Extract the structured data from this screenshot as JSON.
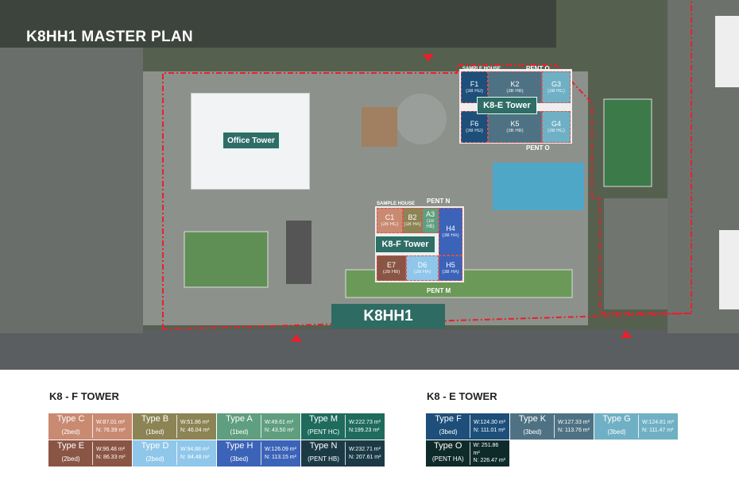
{
  "map": {
    "title": "K8HH1 MASTER PLAN",
    "project_label": "K8HH1",
    "office_tower": "Office Tower",
    "e_tower": {
      "label": "K8-E Tower",
      "sample_house": "SAMPLE HOUSE",
      "pent_top": "PENT O",
      "pent_bottom": "PENT O",
      "units": [
        {
          "id": "F1",
          "type": "(3B HD)",
          "color": "#1d4f7a"
        },
        {
          "id": "K2",
          "type": "(3B HB)",
          "color": "#4e7283"
        },
        {
          "id": "G3",
          "type": "(3B HC)",
          "color": "#6fb0c4"
        },
        {
          "id": "F6",
          "type": "(3B HD)",
          "color": "#1d4f7a"
        },
        {
          "id": "K5",
          "type": "(3B HB)",
          "color": "#4e7283"
        },
        {
          "id": "G4",
          "type": "(3B HC)",
          "color": "#6fb0c4"
        }
      ]
    },
    "f_tower": {
      "label": "K8-F Tower",
      "sample_house": "SAMPLE HOUSE",
      "pent_top": "PENT N",
      "pent_bottom": "PENT M",
      "units": [
        {
          "id": "C1",
          "type": "(2B HC)",
          "color": "#c98a72"
        },
        {
          "id": "B2",
          "type": "(1B HA)",
          "color": "#8c8455"
        },
        {
          "id": "A3",
          "type": "(1B HB)",
          "color": "#5f9e7e"
        },
        {
          "id": "H4",
          "type": "(3B HA)",
          "color": "#3b63b8"
        },
        {
          "id": "E7",
          "type": "(2B HB)",
          "color": "#8a5544"
        },
        {
          "id": "D6",
          "type": "(2B HA)",
          "color": "#8fc7ea"
        },
        {
          "id": "H5",
          "type": "(3B HA)",
          "color": "#3b63b8"
        }
      ]
    }
  },
  "legend_f": {
    "title": "K8 - F TOWER",
    "items": [
      {
        "name": "Type C",
        "beds": "(2bed)",
        "w": "W:87.01 m²",
        "n": "N: 76.39 m²",
        "color": "#c98a72"
      },
      {
        "name": "Type B",
        "beds": "(1bed)",
        "w": "W:51.86 m²",
        "n": "N: 46.04 m²",
        "color": "#8c8455"
      },
      {
        "name": "Type A",
        "beds": "(1bed)",
        "w": "W:49.61 m²",
        "n": "N: 43.50 m²",
        "color": "#5f9e7e"
      },
      {
        "name": "Type M",
        "beds": "(PENT HC)",
        "w": "W:222.73 m²",
        "n": "N:199.23 m²",
        "color": "#1f6b5e"
      },
      {
        "name": "Type E",
        "beds": "(2bed)",
        "w": "W:96.48 m²",
        "n": "N: 86.33 m²",
        "color": "#8a5544"
      },
      {
        "name": "Type D",
        "beds": "(2bed)",
        "w": "W:94.88 m²",
        "n": "N: 84.48 m²",
        "color": "#8fc7ea"
      },
      {
        "name": "Type H",
        "beds": "(3bed)",
        "w": "W:126.09 m²",
        "n": "N: 113.15 m²",
        "color": "#3b63b8"
      },
      {
        "name": "Type N",
        "beds": "(PENT HB)",
        "w": "W:232.71 m²",
        "n": "N: 207.61 m²",
        "color": "#1b3a46"
      }
    ]
  },
  "legend_e": {
    "title": "K8 - E TOWER",
    "items": [
      {
        "name": "Type F",
        "beds": "(3bed)",
        "w": "W:124.30 m²",
        "n": "N: 111.01 m²",
        "color": "#1d4f7a"
      },
      {
        "name": "Type K",
        "beds": "(3bed)",
        "w": "W:127.33 m²",
        "n": "N: 113.76 m²",
        "color": "#4e7283"
      },
      {
        "name": "Type G",
        "beds": "(3bed)",
        "w": "W:124.81 m²",
        "n": "N: 111.47 m²",
        "color": "#6fb0c4"
      },
      {
        "name": "Type O",
        "beds": "(PENT HA)",
        "w": "W: 251.86 m²",
        "n": "N: 226.47 m²",
        "color": "#0f2a2a"
      }
    ]
  }
}
